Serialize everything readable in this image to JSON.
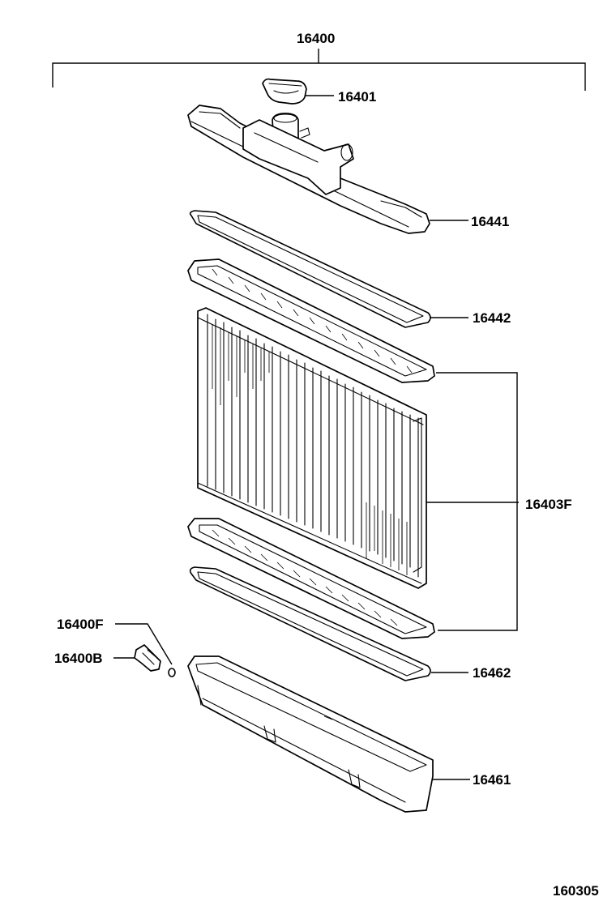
{
  "labels": {
    "assembly": "16400",
    "cap": "16401",
    "upper_tank": "16441",
    "upper_gasket": "16442",
    "core": "16403F",
    "drain_oring": "16400F",
    "drain_cock": "16400B",
    "lower_gasket": "16462",
    "lower_tank": "16461",
    "figure_number": "160305"
  }
}
